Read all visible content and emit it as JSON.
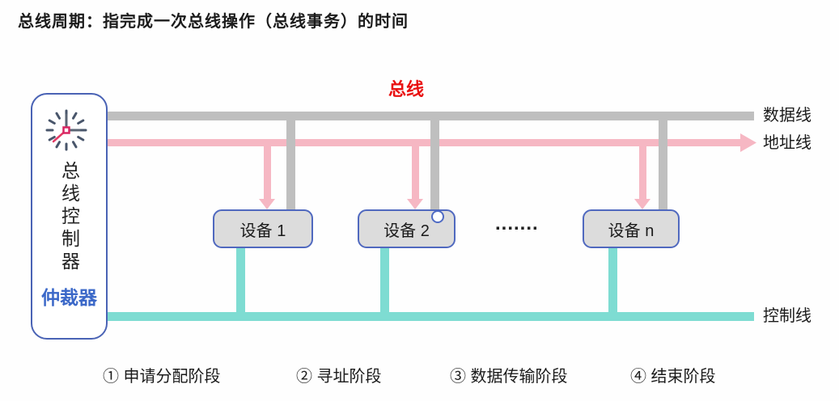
{
  "title": "总线周期：指完成一次总线操作（总线事务）的时间",
  "bus_label": "总线",
  "controller": {
    "name_vertical": "总线控制器",
    "arbiter": "仲裁器",
    "clock_icon": "clock-icon"
  },
  "legend": {
    "data_line": "数据线",
    "address_line": "地址线",
    "control_line": "控制线"
  },
  "devices": [
    {
      "label": "设备 1"
    },
    {
      "label": "设备 2"
    },
    {
      "label": "设备 n"
    }
  ],
  "ellipsis": ".......",
  "phases": [
    "① 申请分配阶段",
    "② 寻址阶段",
    "③ 数据传输阶段",
    "④ 结束阶段"
  ],
  "colors": {
    "data_line": "#bfbfbf",
    "address_line": "#f6b7c3",
    "control_line": "#7edcd2",
    "bus_label_red": "#e91111",
    "arbiter_blue": "#3b68c8",
    "device_fill": "#dcdcdc",
    "device_border": "#5069bf",
    "controller_border": "#4a63b5",
    "text": "#1b1b1b"
  }
}
